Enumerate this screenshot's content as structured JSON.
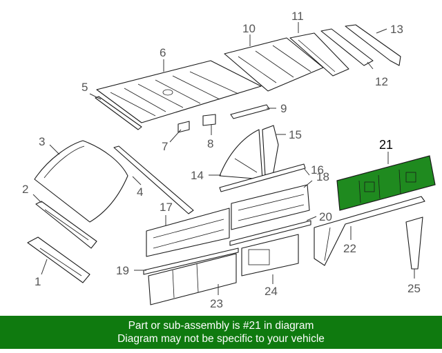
{
  "diagram": {
    "highlight_color": "#1f8a1f",
    "callouts": [
      "1",
      "2",
      "3",
      "4",
      "5",
      "6",
      "7",
      "8",
      "9",
      "10",
      "11",
      "12",
      "13",
      "14",
      "15",
      "16",
      "17",
      "18",
      "19",
      "20",
      "21",
      "22",
      "23",
      "24",
      "25"
    ],
    "highlighted_callout": "21"
  },
  "footer": {
    "line1": "Part or sub-assembly is #21 in diagram",
    "line2": "Diagram may not be specific to your vehicle",
    "background": "#0f7a0f"
  }
}
